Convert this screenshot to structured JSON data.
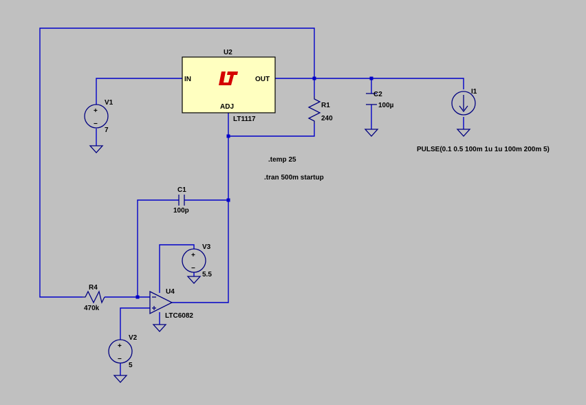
{
  "colors": {
    "background": "#c0c0c0",
    "wire": "#0000c8",
    "symbol": "#000080",
    "regulator_fill": "#ffffc0",
    "logo": "#d40000"
  },
  "u2": {
    "ref": "U2",
    "part": "LT1117",
    "pin_in": "IN",
    "pin_out": "OUT",
    "pin_adj": "ADJ",
    "logo": "lt-logo"
  },
  "v1": {
    "ref": "V1",
    "value": "7"
  },
  "r1": {
    "ref": "R1",
    "value": "240"
  },
  "c2": {
    "ref": "C2",
    "value": "100µ"
  },
  "i1": {
    "ref": "I1",
    "value": "PULSE(0.1 0.5 100m 1u 1u 100m 200m 5)"
  },
  "directives": {
    "temp": ".temp 25",
    "tran": ".tran 500m startup"
  },
  "c1": {
    "ref": "C1",
    "value": "100p"
  },
  "v3": {
    "ref": "V3",
    "value": "5.5"
  },
  "r4": {
    "ref": "R4",
    "value": "470k"
  },
  "u4": {
    "ref": "U4",
    "part": "LTC6082"
  },
  "v2": {
    "ref": "V2",
    "value": "5"
  },
  "signs": {
    "plus": "+",
    "minus": "−"
  }
}
